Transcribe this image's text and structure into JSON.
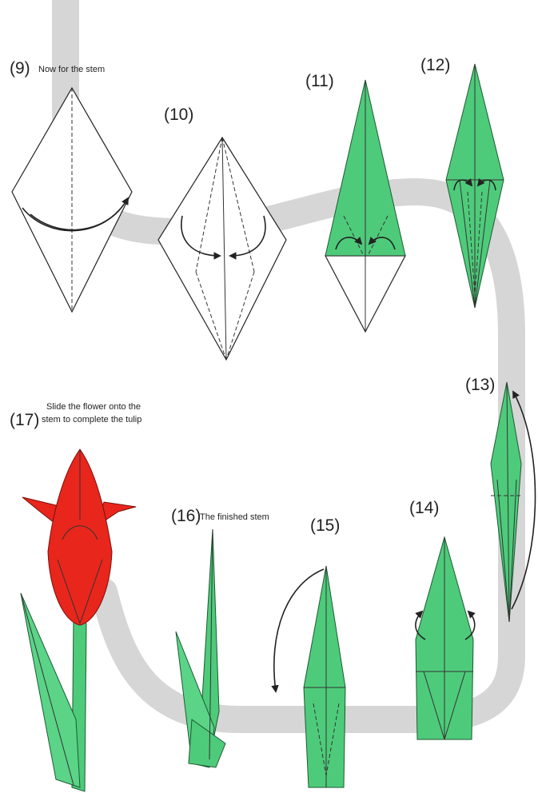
{
  "steps": [
    {
      "id": "9",
      "number": "(9)",
      "caption": "Now for the stem"
    },
    {
      "id": "10",
      "number": "(10)",
      "caption": ""
    },
    {
      "id": "11",
      "number": "(11)",
      "caption": ""
    },
    {
      "id": "12",
      "number": "(12)",
      "caption": ""
    },
    {
      "id": "13",
      "number": "(13)",
      "caption": ""
    },
    {
      "id": "14",
      "number": "(14)",
      "caption": ""
    },
    {
      "id": "15",
      "number": "(15)",
      "caption": ""
    },
    {
      "id": "16",
      "number": "(16)",
      "caption": "The finished stem"
    },
    {
      "id": "17",
      "number": "(17)",
      "caption_line1": "Slide the flower onto the",
      "caption_line2": "stem to complete the tulip"
    }
  ],
  "colors": {
    "paper_green": "#4ecb7a",
    "flower_red": "#e8261c",
    "path_gray": "#d6d6d6"
  }
}
